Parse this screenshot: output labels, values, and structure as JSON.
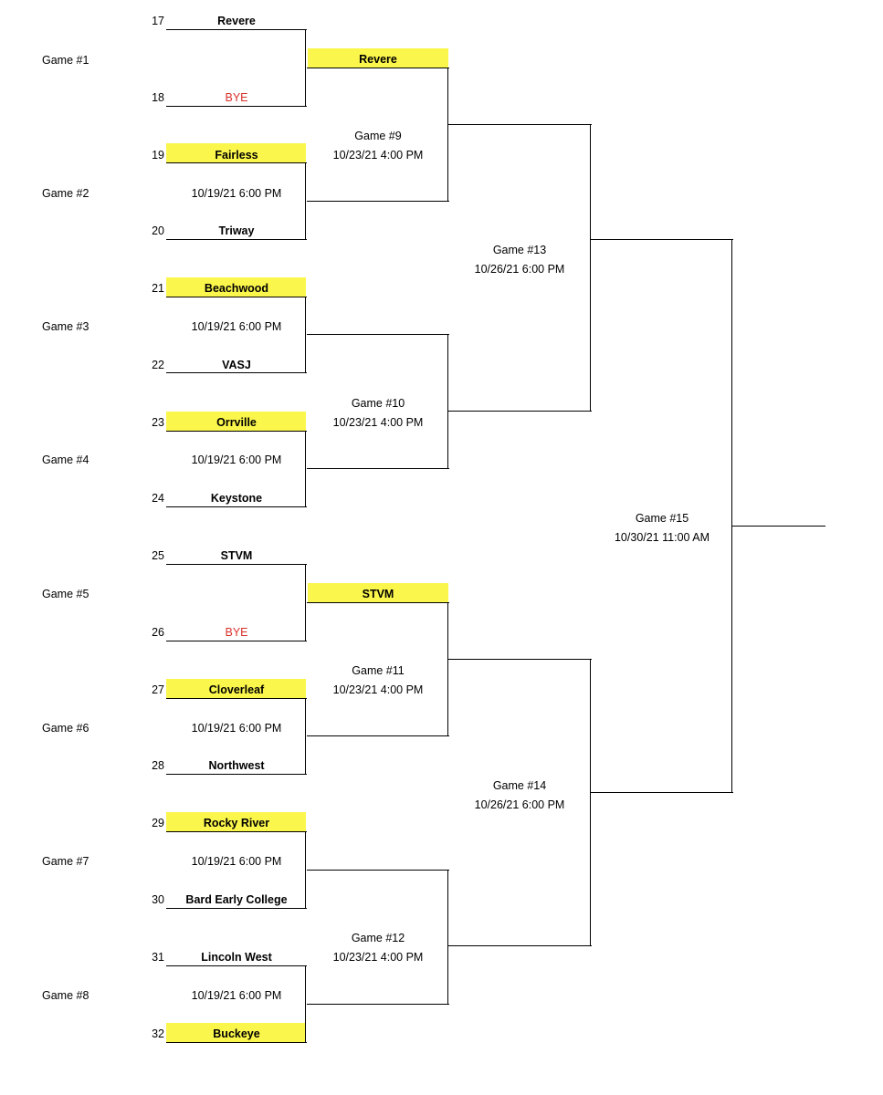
{
  "round1": [
    {
      "label": "Game #1",
      "date": "",
      "top": {
        "seed": "17",
        "team": "Revere"
      },
      "bottom": {
        "seed": "18",
        "team": "BYE"
      }
    },
    {
      "label": "Game #2",
      "date": "10/19/21 6:00 PM",
      "top": {
        "seed": "19",
        "team": "Fairless"
      },
      "bottom": {
        "seed": "20",
        "team": "Triway"
      }
    },
    {
      "label": "Game #3",
      "date": "10/19/21 6:00 PM",
      "top": {
        "seed": "21",
        "team": "Beachwood"
      },
      "bottom": {
        "seed": "22",
        "team": "VASJ"
      }
    },
    {
      "label": "Game #4",
      "date": "10/19/21 6:00 PM",
      "top": {
        "seed": "23",
        "team": "Orrville"
      },
      "bottom": {
        "seed": "24",
        "team": "Keystone"
      }
    },
    {
      "label": "Game #5",
      "date": "",
      "top": {
        "seed": "25",
        "team": "STVM"
      },
      "bottom": {
        "seed": "26",
        "team": "BYE"
      }
    },
    {
      "label": "Game #6",
      "date": "10/19/21 6:00 PM",
      "top": {
        "seed": "27",
        "team": "Cloverleaf"
      },
      "bottom": {
        "seed": "28",
        "team": "Northwest"
      }
    },
    {
      "label": "Game #7",
      "date": "10/19/21 6:00 PM",
      "top": {
        "seed": "29",
        "team": "Rocky River"
      },
      "bottom": {
        "seed": "30",
        "team": "Bard Early College"
      }
    },
    {
      "label": "Game #8",
      "date": "10/19/21 6:00 PM",
      "top": {
        "seed": "31",
        "team": "Lincoln West"
      },
      "bottom": {
        "seed": "32",
        "team": "Buckeye"
      }
    }
  ],
  "round2_teams": {
    "g1": "Revere",
    "g5": "STVM"
  },
  "round2": [
    {
      "label": "Game #9",
      "date": "10/23/21 4:00 PM"
    },
    {
      "label": "Game #10",
      "date": "10/23/21 4:00 PM"
    },
    {
      "label": "Game #11",
      "date": "10/23/21 4:00 PM"
    },
    {
      "label": "Game #12",
      "date": "10/23/21 4:00 PM"
    }
  ],
  "round3": [
    {
      "label": "Game #13",
      "date": "10/26/21 6:00 PM"
    },
    {
      "label": "Game #14",
      "date": "10/26/21 6:00 PM"
    }
  ],
  "final": {
    "label": "Game #15",
    "date": "10/30/21 11:00 AM"
  },
  "colors": {
    "highlight": "#fbf64c",
    "bye": "#d9302a"
  }
}
